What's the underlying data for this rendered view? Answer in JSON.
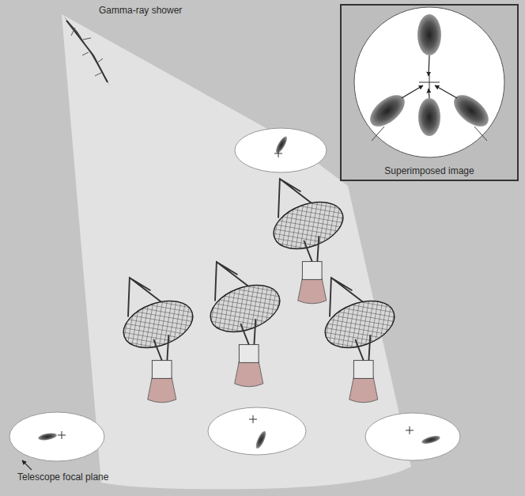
{
  "diagram": {
    "nodes": [
      {
        "text": [
          "Superimposed image"
        ]
      }
    ],
    "edges": [],
    "labels": [
      "Gamma-ray shower",
      "Telescope focal plane"
    ]
  }
}
